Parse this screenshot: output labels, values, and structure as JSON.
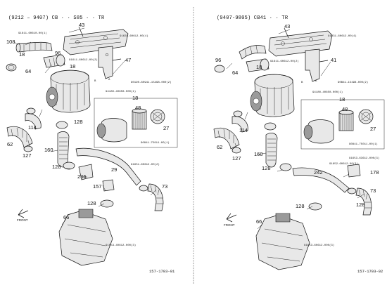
{
  "left": {
    "header": "(9212 – 9407) CB · · S85 · · TR",
    "drawing_code": "157-1703-01",
    "front_label": "FRONT",
    "callouts": {
      "c43": "43",
      "c108": "108",
      "c18a": "18",
      "c96": "96",
      "c64": "64",
      "c47": "47",
      "c18b": "18",
      "c48": "48",
      "c27": "27",
      "c114": "114",
      "c128a": "128",
      "c62": "62",
      "c127": "127",
      "c160": "160",
      "c128b": "128",
      "c236": "236",
      "c29": "29",
      "c157": "157",
      "c73": "73",
      "c128c": "128",
      "c66": "66",
      "cA": "A",
      "cB": "B"
    },
    "part_nos": {
      "p1": "91611-60610-00(1)",
      "p2": "91631-60612-00(4)",
      "p3": "91611-60612-00(2)",
      "p4": "90190-80941-15498-000(2)",
      "p5": "94180-40650-000(1)",
      "p6": "90841-75011-00(1)",
      "p7": "91651-60612-00(2)",
      "p8": "91653-40612-000(3)"
    }
  },
  "right": {
    "header": "(9407-9805) CB41 · · TR",
    "drawing_code": "157-1703-02",
    "front_label": "FRONT",
    "callouts": {
      "c43": "43",
      "c96": "96",
      "c64": "64",
      "c41": "41",
      "c18a": "18",
      "c18b": "18",
      "c48": "48",
      "c27": "27",
      "c114": "114",
      "c62": "62",
      "c127": "127",
      "c160": "160",
      "c128a": "128",
      "c242": "242",
      "c178": "178",
      "c128b": "128",
      "c73": "73",
      "c128c": "128",
      "c66": "66",
      "cA": "A",
      "cB": "B"
    },
    "part_nos": {
      "p1": "91631-60612-00(4)",
      "p2": "91611-60612-00(2)",
      "p3": "90B41-15498-000(2)",
      "p4": "94180-40650-000(1)",
      "p5": "90841-75011-00(1)",
      "p6": "91653-63612-000(3)",
      "p7": "91652-60612-00(2)",
      "p8": "91653-60612-000(3)"
    }
  }
}
